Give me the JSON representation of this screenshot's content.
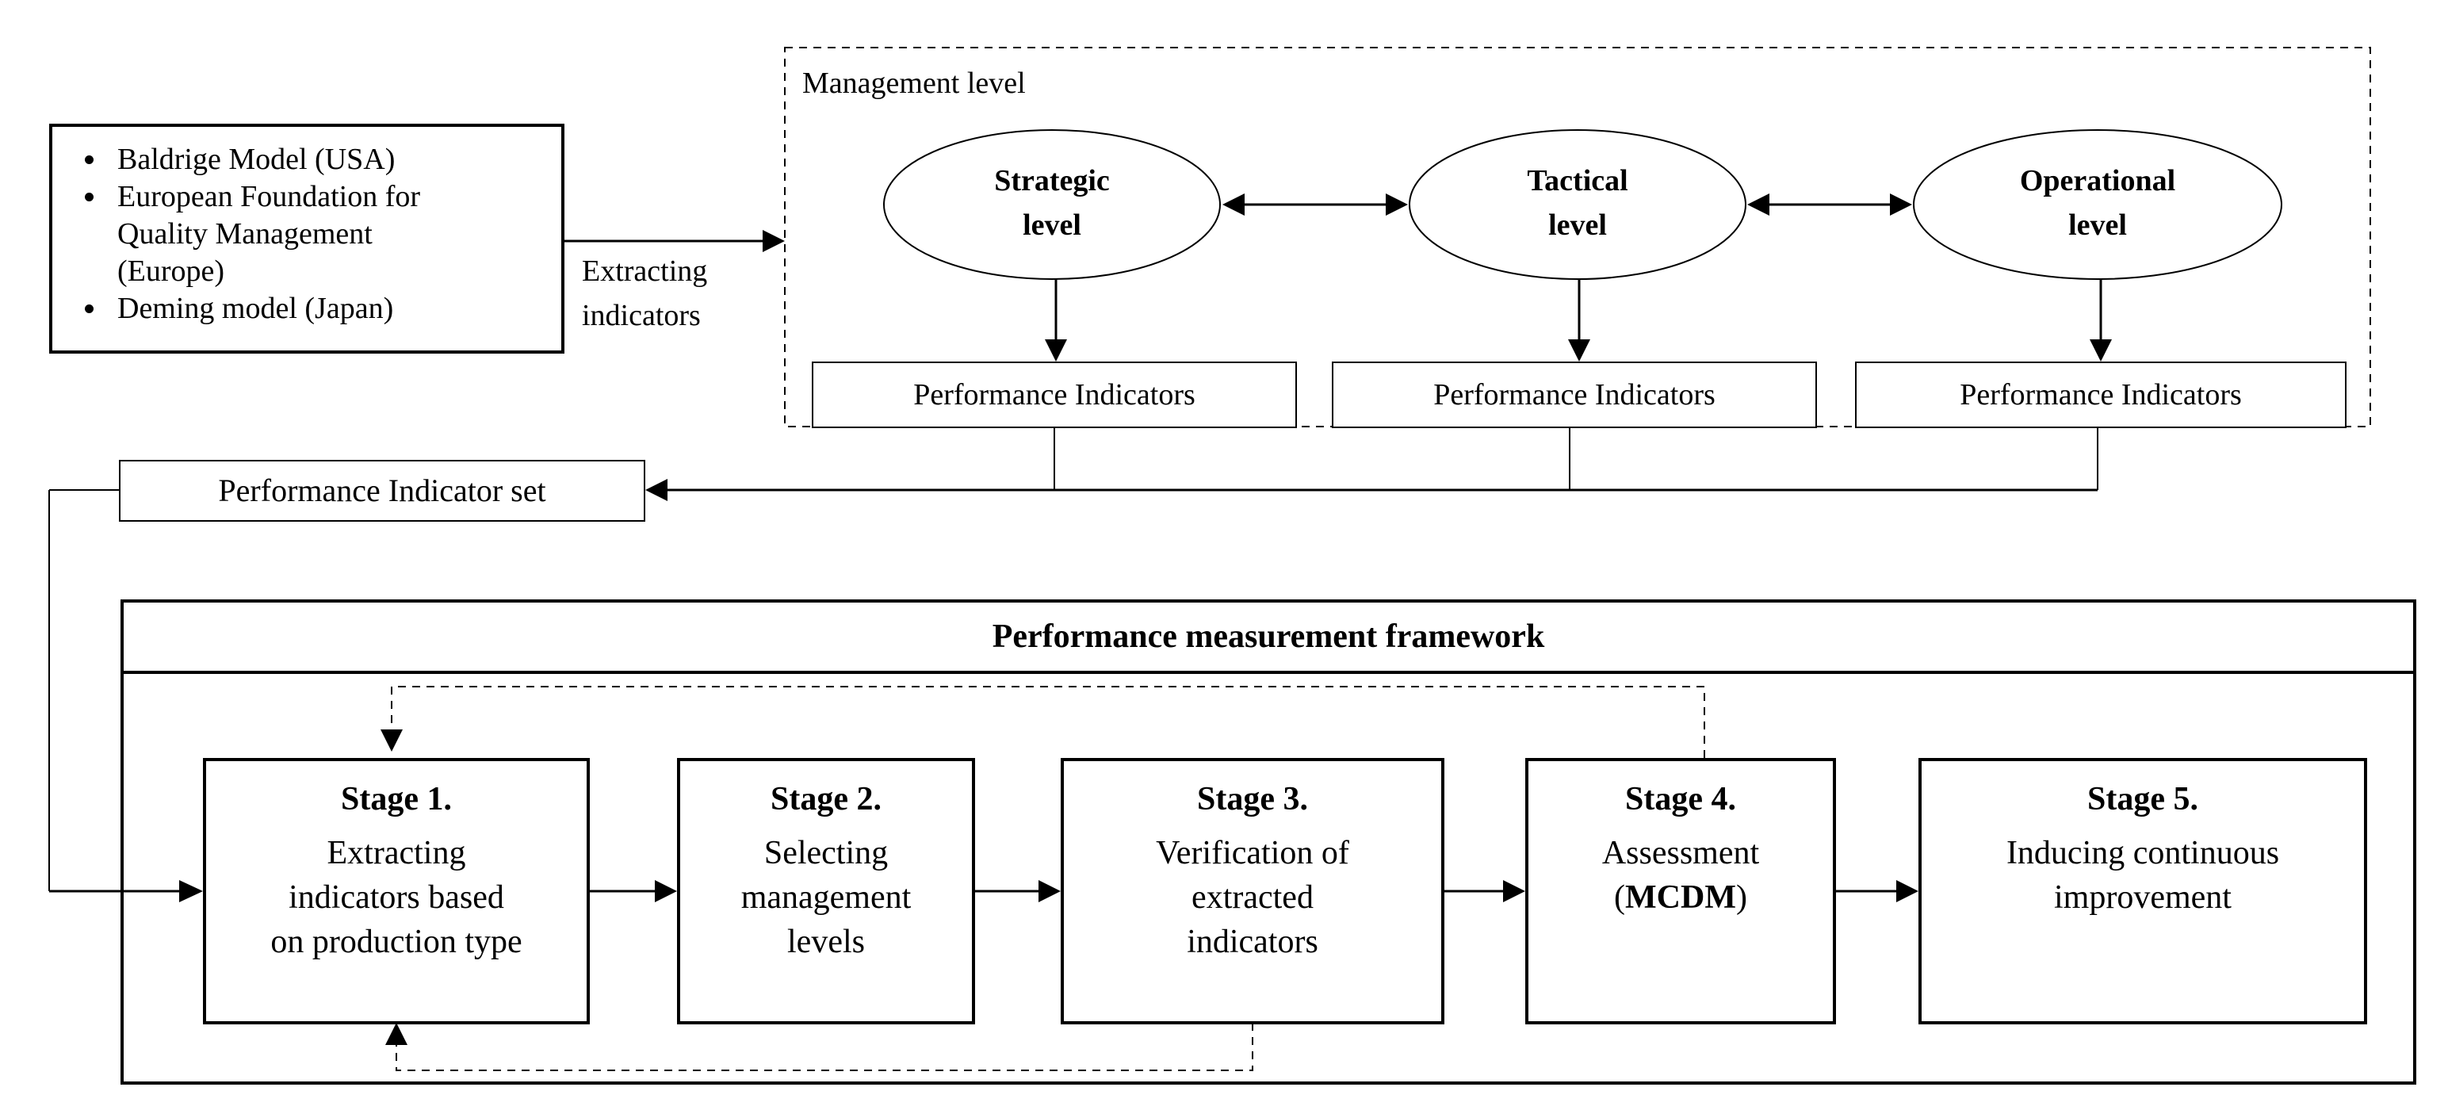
{
  "source_models": [
    "Baldrige Model (USA)",
    "European Foundation for Quality Management (Europe)",
    "Deming model (Japan)"
  ],
  "extract_arrow_label": [
    "Extracting",
    "indicators"
  ],
  "management": {
    "title": "Management level",
    "levels": [
      {
        "line1": "Strategic",
        "line2": "level"
      },
      {
        "line1": "Tactical",
        "line2": "level"
      },
      {
        "line1": "Operational",
        "line2": "level"
      }
    ],
    "indicator_box_label": "Performance Indicators"
  },
  "indicator_set_label": "Performance Indicator set",
  "framework": {
    "title": "Performance measurement framework",
    "stages": [
      {
        "title": "Stage 1.",
        "lines": [
          "Extracting",
          "indicators based",
          "on production type"
        ]
      },
      {
        "title": "Stage 2.",
        "lines": [
          "Selecting",
          "management",
          "levels"
        ]
      },
      {
        "title": "Stage 3.",
        "lines": [
          "Verification of",
          "extracted",
          "indicators"
        ]
      },
      {
        "title": "Stage 4.",
        "lines": [
          "Assessment",
          "(",
          "MCDM",
          ")"
        ]
      },
      {
        "title": "Stage 5.",
        "lines": [
          "Inducing continuous",
          "improvement"
        ]
      }
    ]
  }
}
